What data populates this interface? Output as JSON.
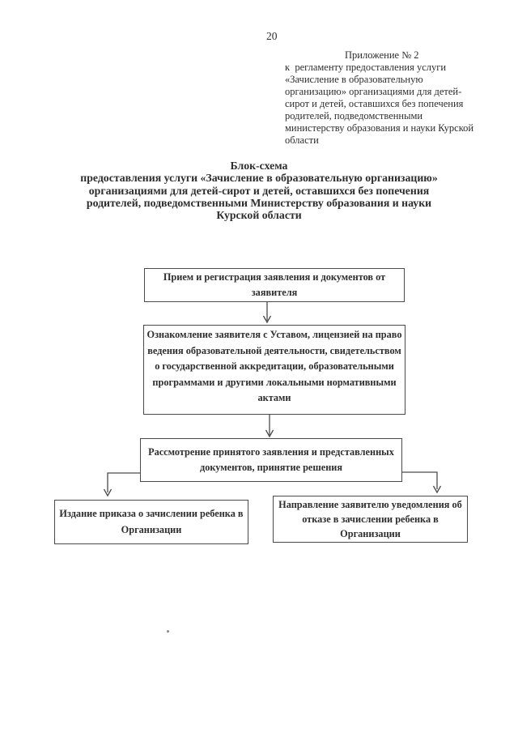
{
  "page": {
    "number": "20"
  },
  "colors": {
    "paper": "#ffffff",
    "ink": "#2e2e2e",
    "line": "#4a4a4a"
  },
  "header": {
    "lines": [
      "Приложение № 2",
      "к  регламенту предоставления услуги",
      "«Зачисление в образовательную",
      "организацию» организациями для детей-",
      "сирот и детей, оставшихся без попечения",
      "родителей, подведомственными",
      "министерству образования и науки Курской",
      "области"
    ]
  },
  "title": {
    "lines": [
      "Блок-схема",
      "предоставления услуги «Зачисление в образовательную организацию»",
      "организациями для детей-сирот и детей, оставшихся без попечения",
      "родителей, подведомственными Министерству образования и науки",
      "Курской области"
    ]
  },
  "flowchart": {
    "nodes": [
      {
        "id": "receive",
        "text": "Прием и регистрация заявления и документов от заявителя"
      },
      {
        "id": "familiarize",
        "text": "Ознакомление заявителя с Уставом, лицензией на право ведения образовательной деятельности, свидетельством о государственной аккредитации, образовательными программами и другими локальными нормативными актами"
      },
      {
        "id": "review",
        "text": "Рассмотрение принятого заявления и представленных документов, принятие решения"
      },
      {
        "id": "order",
        "text": "Издание приказа о зачислении ребенка в Организации"
      },
      {
        "id": "refusal",
        "text": "Направление заявителю уведомления об отказе в зачислении ребенка в Организации"
      }
    ],
    "edges": [
      {
        "from": "receive",
        "to": "familiarize"
      },
      {
        "from": "familiarize",
        "to": "review"
      },
      {
        "from": "review",
        "to": "order"
      },
      {
        "from": "review",
        "to": "refusal"
      }
    ]
  }
}
